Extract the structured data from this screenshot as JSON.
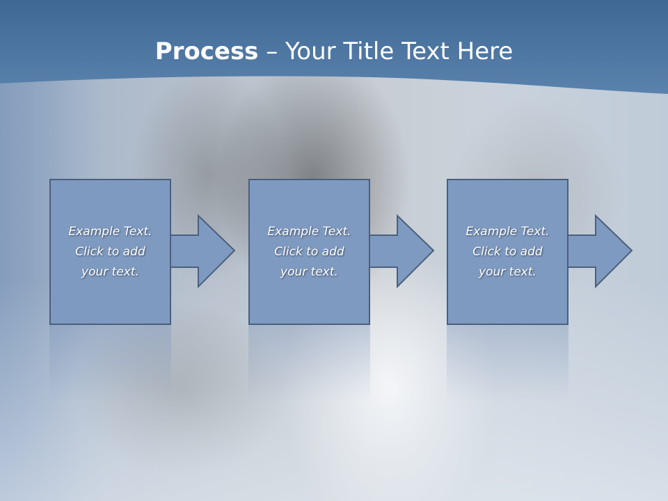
{
  "slide": {
    "title_bold": "Process",
    "title_rest": " – Your Title Text Here"
  },
  "steps": [
    {
      "line1": "Example Text.",
      "line2": "Click  to add",
      "line3": "your text."
    },
    {
      "line1": "Example Text.",
      "line2": "Click  to add",
      "line3": "your text."
    },
    {
      "line1": "Example Text.",
      "line2": "Click  to add",
      "line3": "your text."
    }
  ],
  "colors": {
    "header": "#416e9c",
    "box_fill": "#7f9ac0",
    "box_border": "#4a5f7d",
    "text": "#ffffff"
  }
}
